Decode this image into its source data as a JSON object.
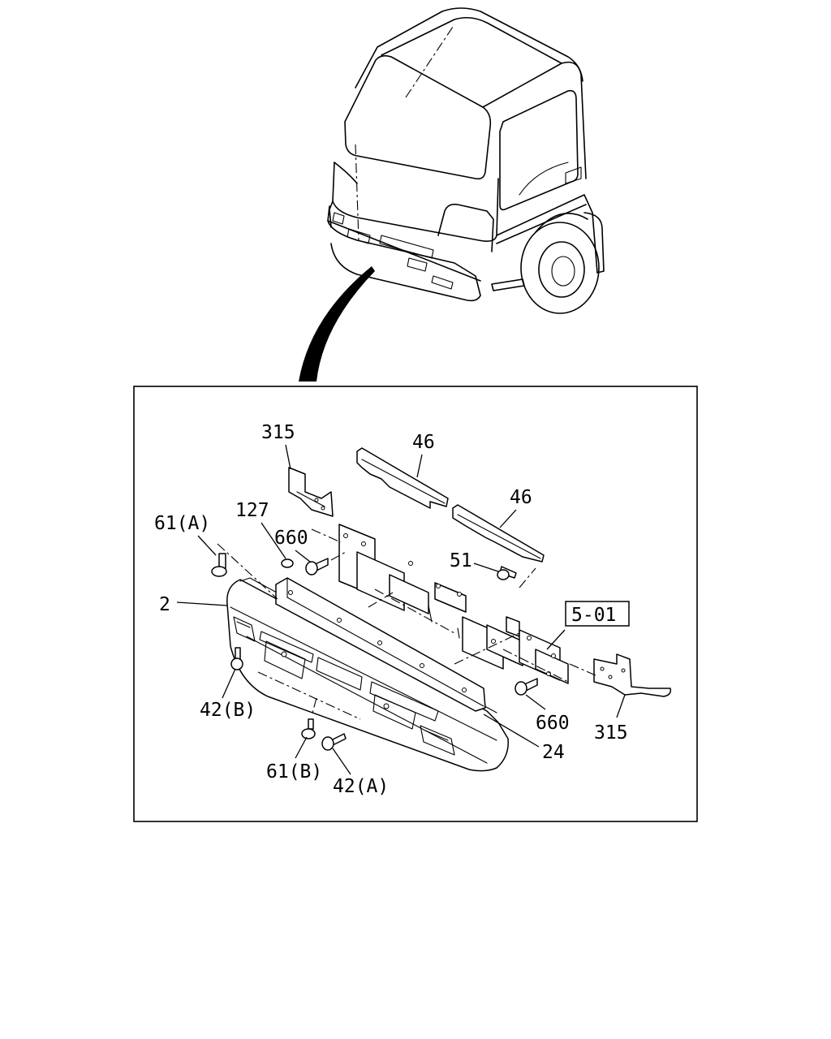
{
  "callouts": {
    "c315_top": "315",
    "c46_a": "46",
    "c46_b": "46",
    "c127": "127",
    "c61a": "61(A)",
    "c660_top": "660",
    "c51": "51",
    "c2": "2",
    "c501": "5-01",
    "c42b": "42(B)",
    "c660_bot": "660",
    "c315_bot": "315",
    "c24": "24",
    "c61b": "61(B)",
    "c42a": "42(A)"
  }
}
